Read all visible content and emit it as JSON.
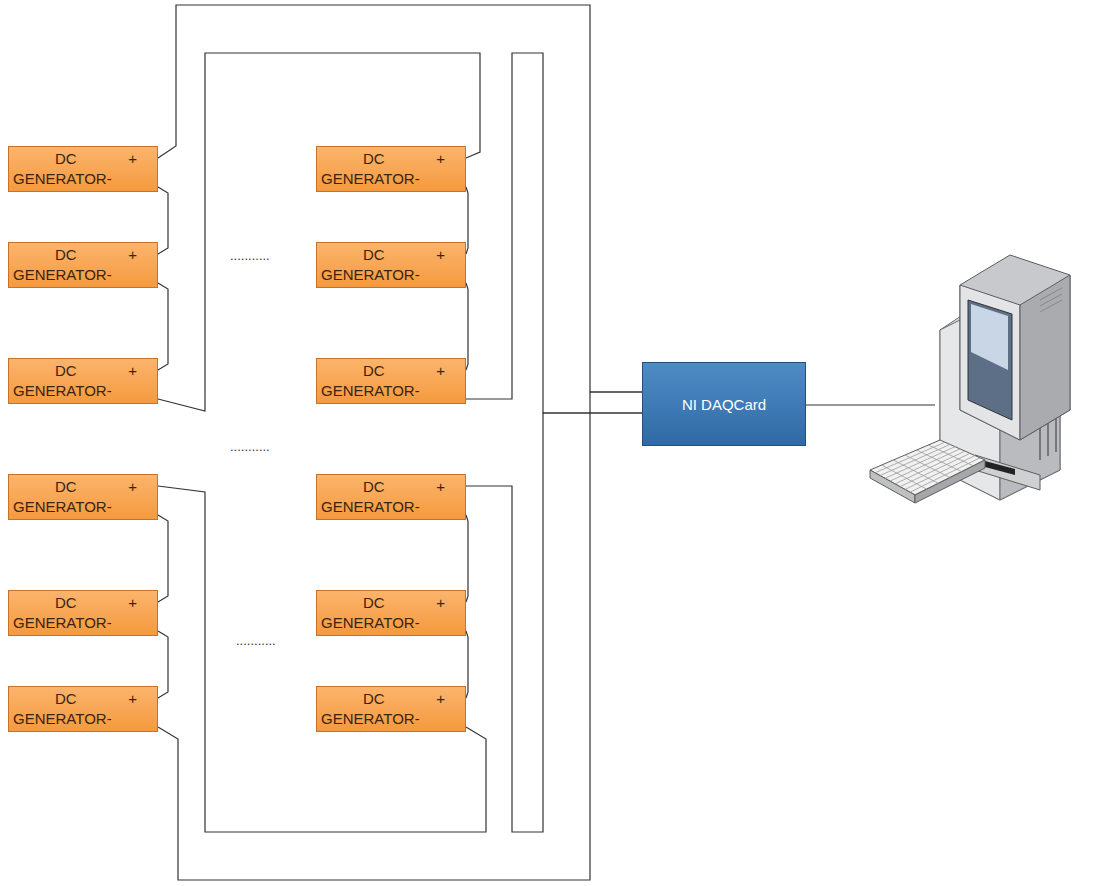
{
  "diagram": {
    "nodes": [
      {
        "text": [
          "DC",
          "+",
          "GENERATOR-"
        ]
      },
      {
        "text": [
          "DC",
          "+",
          "GENERATOR-"
        ]
      },
      {
        "text": [
          "DC",
          "+",
          "GENERATOR-"
        ]
      },
      {
        "text": [
          "DC",
          "+",
          "GENERATOR-"
        ]
      },
      {
        "text": [
          "DC",
          "+",
          "GENERATOR-"
        ]
      },
      {
        "text": [
          "DC",
          "+",
          "GENERATOR-"
        ]
      },
      {
        "text": [
          "DC",
          "+",
          "GENERATOR-"
        ]
      },
      {
        "text": [
          "DC",
          "+",
          "GENERATOR-"
        ]
      },
      {
        "text": [
          "DC",
          "+",
          "GENERATOR-"
        ]
      },
      {
        "text": [
          "DC",
          "+",
          "GENERATOR-"
        ]
      },
      {
        "text": [
          "DC",
          "+",
          "GENERATOR-"
        ]
      },
      {
        "text": [
          "DC",
          "+",
          "GENERATOR-"
        ]
      },
      {
        "text": [
          "NI DAQCard"
        ]
      }
    ],
    "edges": [
      {
        "from": 0,
        "to": 1,
        "arrow": "none"
      },
      {
        "from": 1,
        "to": 2,
        "arrow": "none"
      },
      {
        "from": 3,
        "to": 4,
        "arrow": "none"
      },
      {
        "from": 4,
        "to": 5,
        "arrow": "none"
      },
      {
        "from": 6,
        "to": 7,
        "arrow": "none"
      },
      {
        "from": 7,
        "to": 8,
        "arrow": "none"
      },
      {
        "from": 9,
        "to": 10,
        "arrow": "none"
      },
      {
        "from": 10,
        "to": 11,
        "arrow": "none"
      },
      {
        "from": 2,
        "to": 3,
        "arrow": "none"
      },
      {
        "from": 11,
        "to": 6,
        "arrow": "none"
      },
      {
        "from": 0,
        "to": 12,
        "arrow": "none"
      },
      {
        "from": 8,
        "to": 12,
        "arrow": "none"
      },
      {
        "from": 5,
        "to": 12,
        "arrow": "none"
      },
      {
        "from": 9,
        "to": 12,
        "arrow": "none"
      }
    ],
    "labels": [
      "...........",
      "...........",
      "..........."
    ]
  }
}
